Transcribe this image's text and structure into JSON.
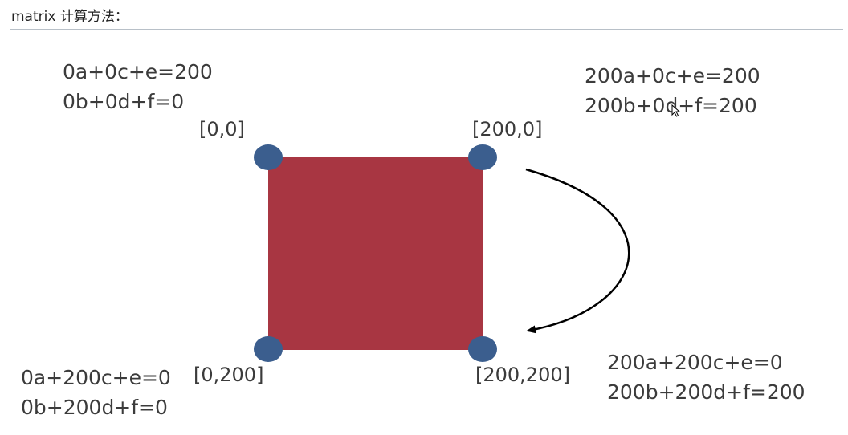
{
  "header": {
    "title": "matrix 计算方法："
  },
  "equations": {
    "top_left": [
      "0a+0c+e=200",
      "0b+0d+f=0"
    ],
    "top_right": [
      "200a+0c+e=200",
      "200b+0d+f=200"
    ],
    "bottom_left": [
      "0a+200c+e=0",
      "0b+200d+f=0"
    ],
    "bottom_right": [
      "200a+200c+e=0",
      "200b+200d+f=200"
    ]
  },
  "corners": {
    "top_left": "[0,0]",
    "top_right": "[200,0]",
    "bottom_left": "[0,200]",
    "bottom_right": "[200,200]"
  },
  "colors": {
    "square": "#a83642",
    "vertex": "#3b5e8e",
    "arrow": "#000000"
  },
  "icons": {
    "cursor": "mouse-pointer-icon"
  }
}
